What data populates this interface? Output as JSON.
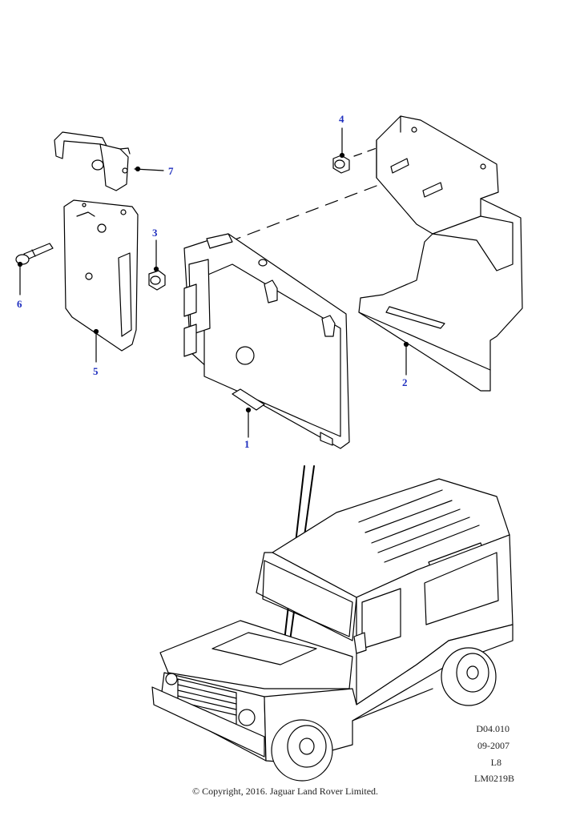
{
  "callouts": {
    "c1": "1",
    "c2": "2",
    "c3": "3",
    "c4": "4",
    "c5": "5",
    "c6": "6",
    "c7": "7"
  },
  "footer": {
    "code": "D04.010",
    "date": "09-2007",
    "page": "L8",
    "ref": "LM0219B",
    "copyright": "© Copyright, 2016. Jaguar Land Rover Limited."
  },
  "colors": {
    "callout": "#1f2fbf",
    "line": "#000000"
  }
}
